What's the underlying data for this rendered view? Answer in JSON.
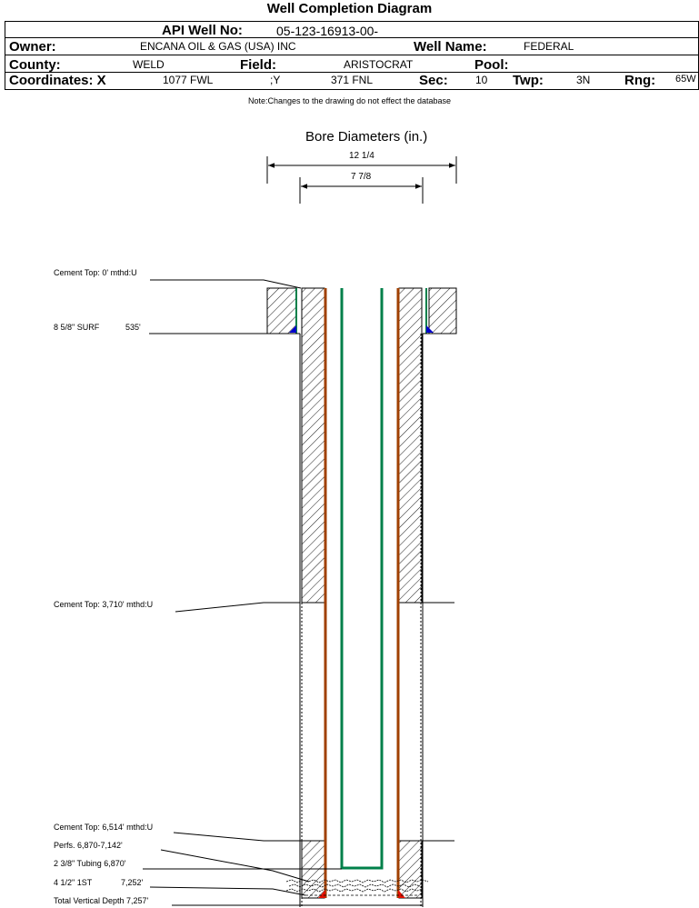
{
  "header": {
    "title": "Well Completion Diagram",
    "api_label": "API Well No:",
    "api_value": "05-123-16913-00-",
    "owner_label": "Owner:",
    "owner_value": "ENCANA OIL & GAS (USA) INC",
    "well_name_label": "Well Name:",
    "well_name_value": "FEDERAL",
    "county_label": "County:",
    "county_value": "WELD",
    "field_label": "Field:",
    "field_value": "ARISTOCRAT",
    "pool_label": "Pool:",
    "pool_value": "",
    "coord_label": "Coordinates: X",
    "coord_x": "1077 FWL",
    "coord_y_label": ";Y",
    "coord_y": "371 FNL",
    "sec_label": "Sec:",
    "sec_value": "10",
    "twp_label": "Twp:",
    "twp_value": "3N",
    "rng_label": "Rng:",
    "rng_value": "65W"
  },
  "note": "Note:Changes to the drawing do not effect the database",
  "bore": {
    "title": "Bore Diameters (in.)",
    "outer": "12 1/4",
    "inner": "7 7/8"
  },
  "annotations": {
    "cement_top_1": "Cement Top: 0' mthd:U",
    "surface_casing": "8 5/8\" SURF",
    "surface_depth": "535'",
    "cement_top_2": "Cement Top: 3,710' mthd:U",
    "cement_top_3": "Cement Top: 6,514' mthd:U",
    "perfs": "Perfs. 6,870-7,142'",
    "tubing": "2 3/8\" Tubing 6,870'",
    "prod_casing": "4 1/2\" 1ST",
    "prod_depth": "7,252'",
    "tvd": "Total Vertical Depth 7,257'"
  },
  "colors": {
    "tubing": "#00804a",
    "casing": "#a04000",
    "red": "#e01000",
    "blue": "#0000cc"
  }
}
